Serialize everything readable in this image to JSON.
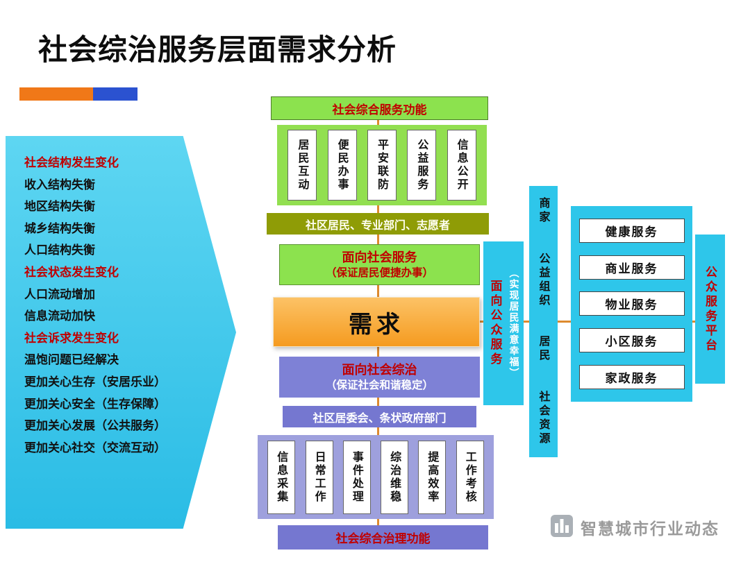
{
  "page": {
    "title": "社会综治服务层面需求分析"
  },
  "left_arrow": {
    "items": [
      {
        "text": "社会结构发生变化",
        "style": "red"
      },
      {
        "text": "收入结构失衡",
        "style": "black"
      },
      {
        "text": "地区结构失衡",
        "style": "black"
      },
      {
        "text": "城乡结构失衡",
        "style": "black"
      },
      {
        "text": "人口结构失衡",
        "style": "black"
      },
      {
        "text": "社会状态发生变化",
        "style": "red"
      },
      {
        "text": "人口流动增加",
        "style": "black"
      },
      {
        "text": "信息流动加快",
        "style": "black"
      },
      {
        "text": "社会诉求发生变化",
        "style": "red"
      },
      {
        "text": "温饱问题已经解决",
        "style": "black"
      },
      {
        "text": "更加关心生存（安居乐业）",
        "style": "black"
      },
      {
        "text": "更加关心安全（生存保障）",
        "style": "black"
      },
      {
        "text": "更加关心发展（公共服务）",
        "style": "black"
      },
      {
        "text": "更加关心社交（交流互动）",
        "style": "black"
      }
    ]
  },
  "center": {
    "top_banner": "社会综合服务功能",
    "service_functions": [
      "居民互动",
      "便民办事",
      "平安联防",
      "公益服务",
      "信息公开"
    ],
    "service_actors": "社区居民、专业部门、志愿者",
    "society_service": {
      "title": "面向社会服务",
      "subtitle": "（保证居民便捷办事）"
    },
    "demand": "需求",
    "governance": {
      "title": "面向社会综治",
      "subtitle": "（保证社会和谐稳定）"
    },
    "governance_actors": "社区居委会、条状政府部门",
    "governance_functions": [
      "信息采集",
      "日常工作",
      "事件处理",
      "综治维稳",
      "提高效率",
      "工作考核"
    ],
    "bottom_banner": "社会综合治理功能"
  },
  "right": {
    "public_service": {
      "title": "面向公众服务",
      "subtitle": "（实现居民满意幸福）"
    },
    "resources": [
      "商家",
      "公益组织",
      "居民",
      "社会资源"
    ],
    "services": [
      "健康服务",
      "商业服务",
      "物业服务",
      "小区服务",
      "家政服务"
    ],
    "platform": "公众服务平台"
  },
  "watermark": {
    "text": "智慧城市行业动态"
  },
  "colors": {
    "green": "#8CE24E",
    "olive": "#8F9C06",
    "orange": "#F5A623",
    "purple": "#7E81D6",
    "purple_light": "#9EA0DD",
    "cyan": "#2EC6EA",
    "red_text": "#C00000",
    "connector": "#DD8A2E",
    "bar_orange": "#F07818",
    "bar_blue": "#2B52D0"
  }
}
